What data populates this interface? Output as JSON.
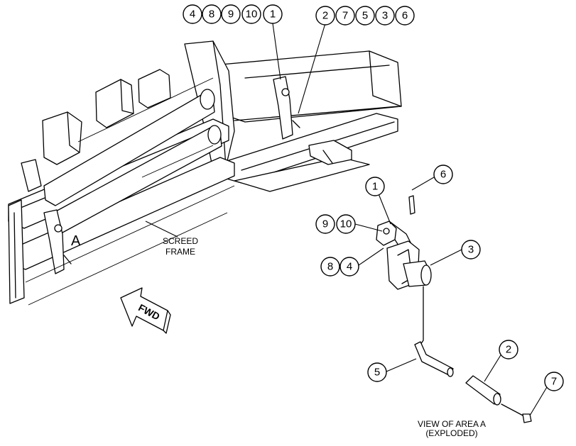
{
  "labels": {
    "screed_frame": [
      "SCREED",
      "FRAME"
    ],
    "area_marker": "A",
    "forward_arrow": "FWD",
    "view_caption": [
      "VIEW OF AREA A",
      "(EXPLODED)"
    ]
  },
  "callouts": {
    "top_left_group": [
      "4",
      "8",
      "9",
      "10",
      "1"
    ],
    "top_right_group": [
      "2",
      "7",
      "5",
      "3",
      "6"
    ],
    "exploded": {
      "c6": "6",
      "c1": "1",
      "c9": "9",
      "c10": "10",
      "c3": "3",
      "c8": "8",
      "c4": "4",
      "c2": "2",
      "c5": "5",
      "c7": "7"
    }
  }
}
